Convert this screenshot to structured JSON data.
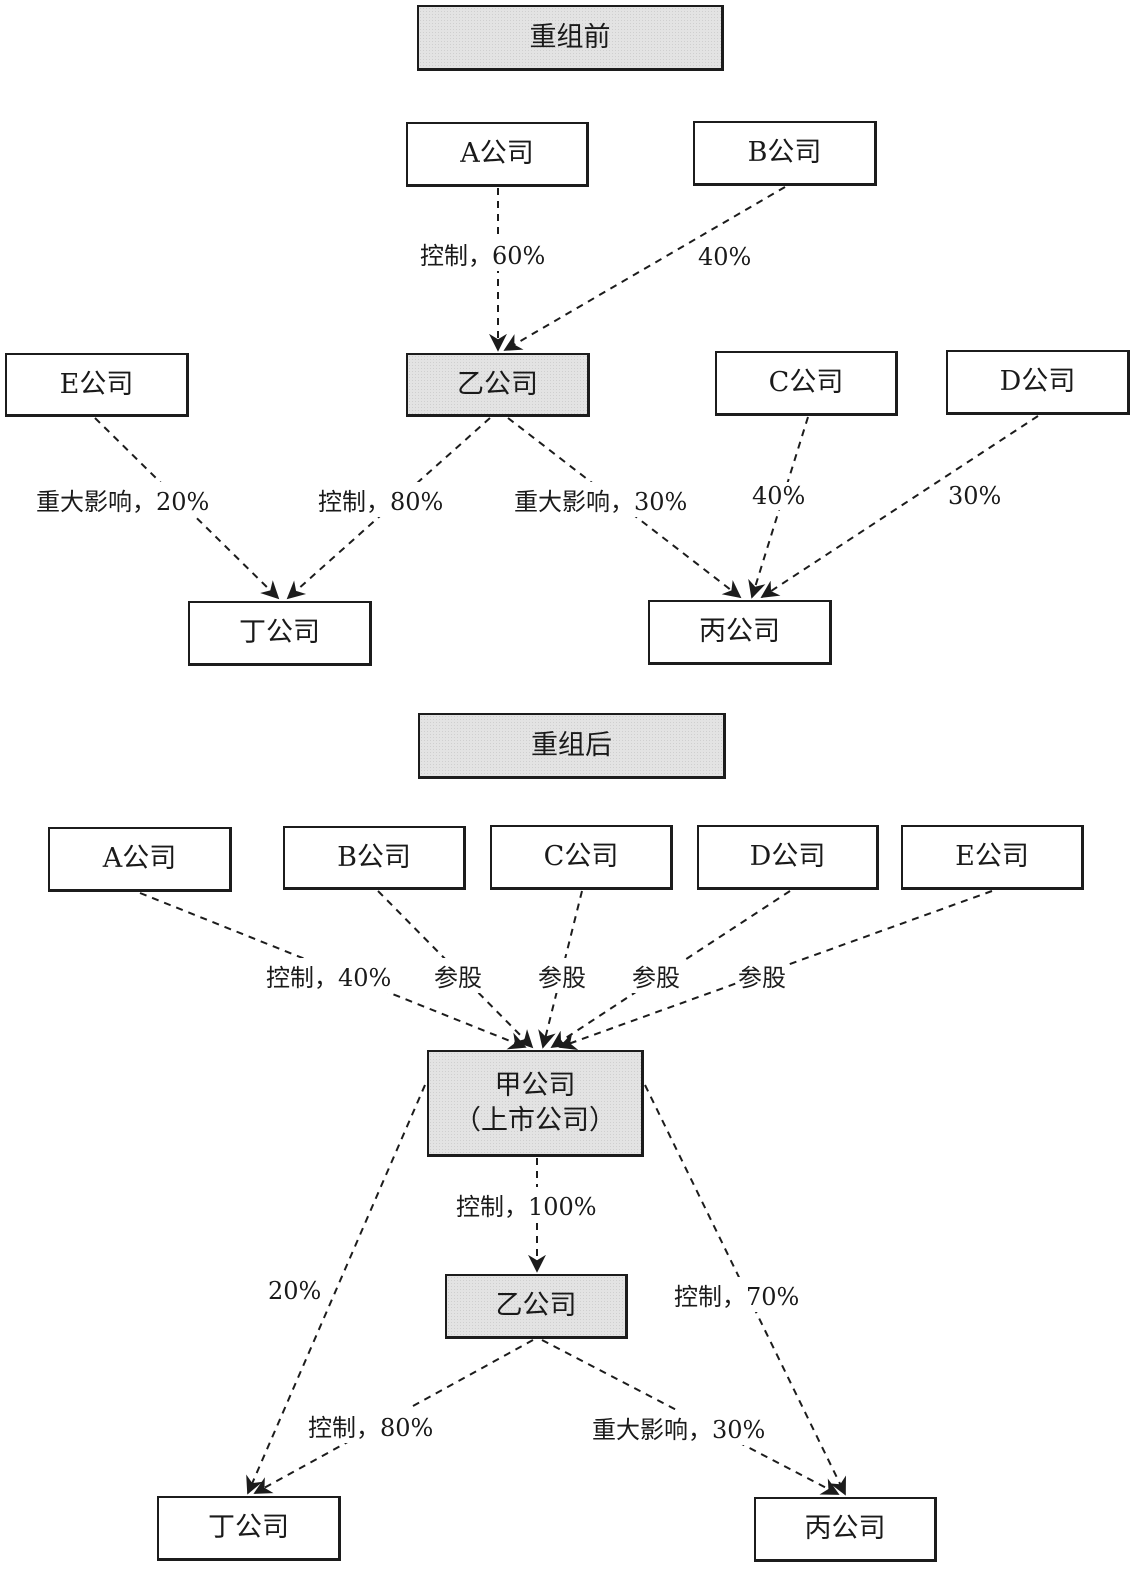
{
  "before": {
    "title": "重组前",
    "nodes": {
      "A": "A公司",
      "B": "B公司",
      "E": "E公司",
      "Yi": "乙公司",
      "C": "C公司",
      "D": "D公司",
      "Ding": "丁公司",
      "Bing": "丙公司"
    },
    "edges": [
      {
        "from": "A",
        "to": "Yi",
        "label": "控制，60%"
      },
      {
        "from": "B",
        "to": "Yi",
        "label": "40%"
      },
      {
        "from": "E",
        "to": "Ding",
        "label": "重大影响，20%"
      },
      {
        "from": "Yi",
        "to": "Ding",
        "label": "控制，80%"
      },
      {
        "from": "Yi",
        "to": "Bing",
        "label": "重大影响，30%"
      },
      {
        "from": "C",
        "to": "Bing",
        "label": "40%"
      },
      {
        "from": "D",
        "to": "Bing",
        "label": "30%"
      }
    ]
  },
  "after": {
    "title": "重组后",
    "nodes": {
      "A": "A公司",
      "B": "B公司",
      "C": "C公司",
      "D": "D公司",
      "E": "E公司",
      "Jia": "甲公司\n（上市公司）",
      "Yi": "乙公司",
      "Ding": "丁公司",
      "Bing": "丙公司"
    },
    "edges": [
      {
        "from": "A",
        "to": "Jia",
        "label": "控制，40%"
      },
      {
        "from": "B",
        "to": "Jia",
        "label": "参股"
      },
      {
        "from": "C",
        "to": "Jia",
        "label": "参股"
      },
      {
        "from": "D",
        "to": "Jia",
        "label": "参股"
      },
      {
        "from": "E",
        "to": "Jia",
        "label": "参股"
      },
      {
        "from": "Jia",
        "to": "Yi",
        "label": "控制，100%"
      },
      {
        "from": "Jia",
        "to": "Ding",
        "label": "20%"
      },
      {
        "from": "Jia",
        "to": "Bing",
        "label": "控制，70%"
      },
      {
        "from": "Yi",
        "to": "Ding",
        "label": "控制，80%"
      },
      {
        "from": "Yi",
        "to": "Bing",
        "label": "重大影响，30%"
      }
    ]
  }
}
